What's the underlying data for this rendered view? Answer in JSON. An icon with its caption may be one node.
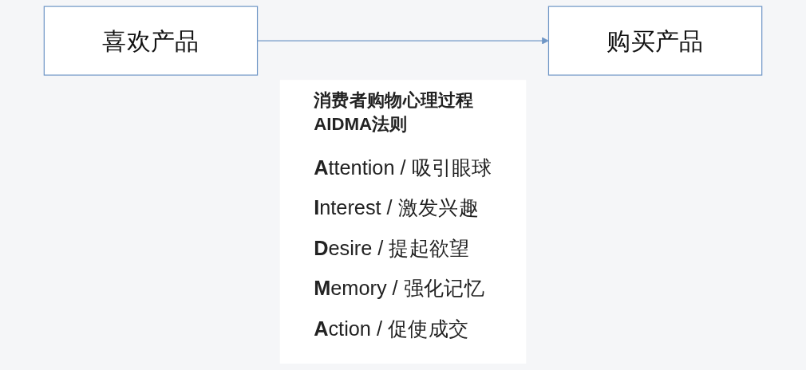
{
  "diagram": {
    "nodes": [
      {
        "text": [
          "喜欢产品"
        ]
      },
      {
        "text": [
          "购买产品"
        ]
      },
      {
        "text": [
          "消费者购物心理过程AIDMA法则",
          "**A**ttention / 吸引眼球",
          "**I**nterest / 激发兴趣",
          "**D**esire / 提起欲望",
          "**M**emory / 强化记忆",
          "**A**ction / 促使成交"
        ]
      }
    ],
    "edges": [
      {
        "from": 0,
        "to": 1,
        "arrow": "to"
      }
    ]
  }
}
